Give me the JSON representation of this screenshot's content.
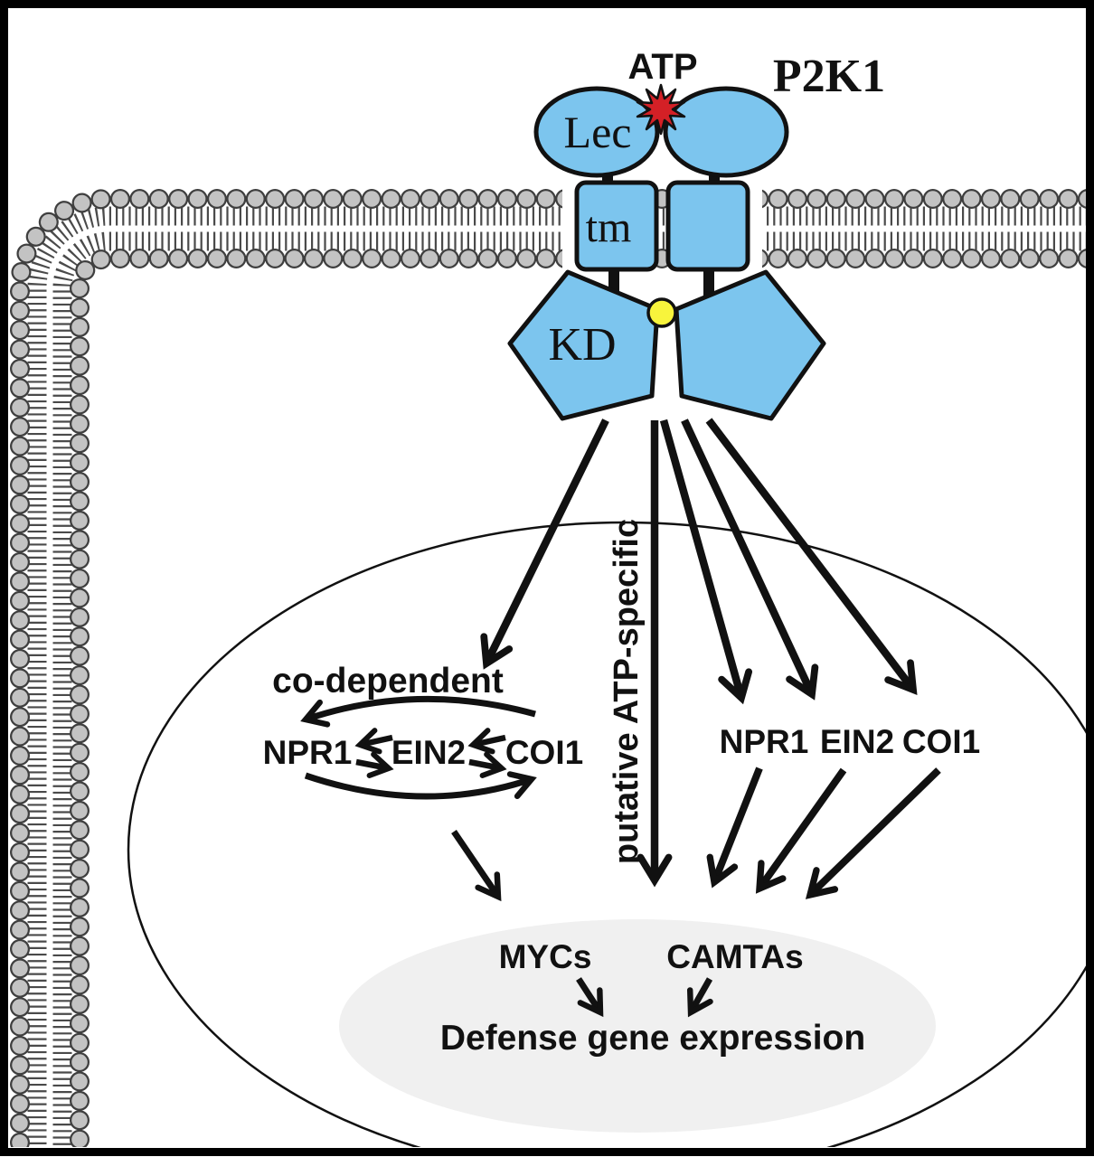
{
  "figure": {
    "receptor_name": "P2K1",
    "ligand": "ATP",
    "domains": {
      "ecto": "Lec",
      "transmembrane": "tm",
      "kinase": "KD"
    },
    "pathways": {
      "codependent": {
        "label": "co-dependent",
        "nodes": [
          "NPR1",
          "EIN2",
          "COI1"
        ]
      },
      "atp_specific": {
        "label": "putative ATP-specific",
        "nodes": [
          "NPR1",
          "EIN2",
          "COI1"
        ]
      }
    },
    "nucleus_output": {
      "factors": [
        "MYCs",
        "CAMTAs"
      ],
      "result": "Defense gene expression"
    },
    "colors": {
      "domain_blue": "#7cc5ee",
      "ligand_red": "#d42026",
      "phospho_yellow": "#f8f43c",
      "nucleolus_gray": "#f0f0f0",
      "membrane_head_gray": "#c3c3c3",
      "line_black": "#111111"
    }
  }
}
